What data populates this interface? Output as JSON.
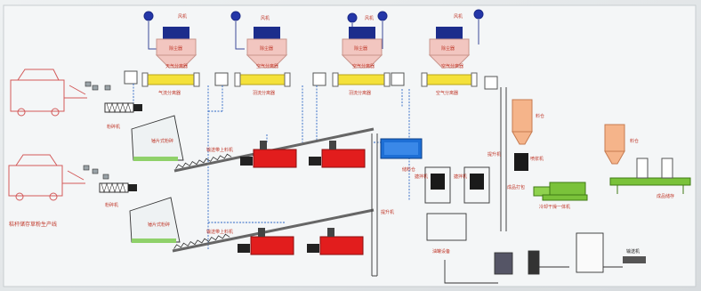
{
  "diagram": {
    "title": "秸秆储存草粉生产线",
    "labels": {
      "fan": "风机",
      "dust_collector": "除尘器",
      "dust_collector_1": "除尘器",
      "dust_collector_2": "除尘器",
      "dust_collector_3": "除尘器",
      "dust_collector_4": "除尘器",
      "separator_1": "气流分离器",
      "separator_2": "羽流分离器",
      "separator_3": "羽流分离器",
      "separator_4": "空气分离器",
      "separator_5": "天气分离器",
      "separator_6": "空气分离器",
      "separator_7": "空气分离器",
      "separator_8": "空气分离器",
      "crusher_top": "粉碎机",
      "crusher_bottom": "粉碎机",
      "conveyor_1": "输送带上料机",
      "conveyor_2": "输送带上料机",
      "hammer_mill": "锤片式粉碎",
      "storage_bin": "储料仓",
      "mixer_1": "搪拌机",
      "mixer_2": "搪拌机",
      "elevator_1": "提升机",
      "elevator_2": "提升机",
      "pellet_1": "颗粒机",
      "pellet_2": "颗粒机",
      "silo_1": "料仓",
      "silo_2": "料仓",
      "feeder": "喷浆机",
      "packing_machine": "成品打包",
      "cooler": "冷却干燥一体机",
      "finished_storage": "成品储存",
      "oil_tank": "油罐设备",
      "transport": "输送机"
    }
  }
}
